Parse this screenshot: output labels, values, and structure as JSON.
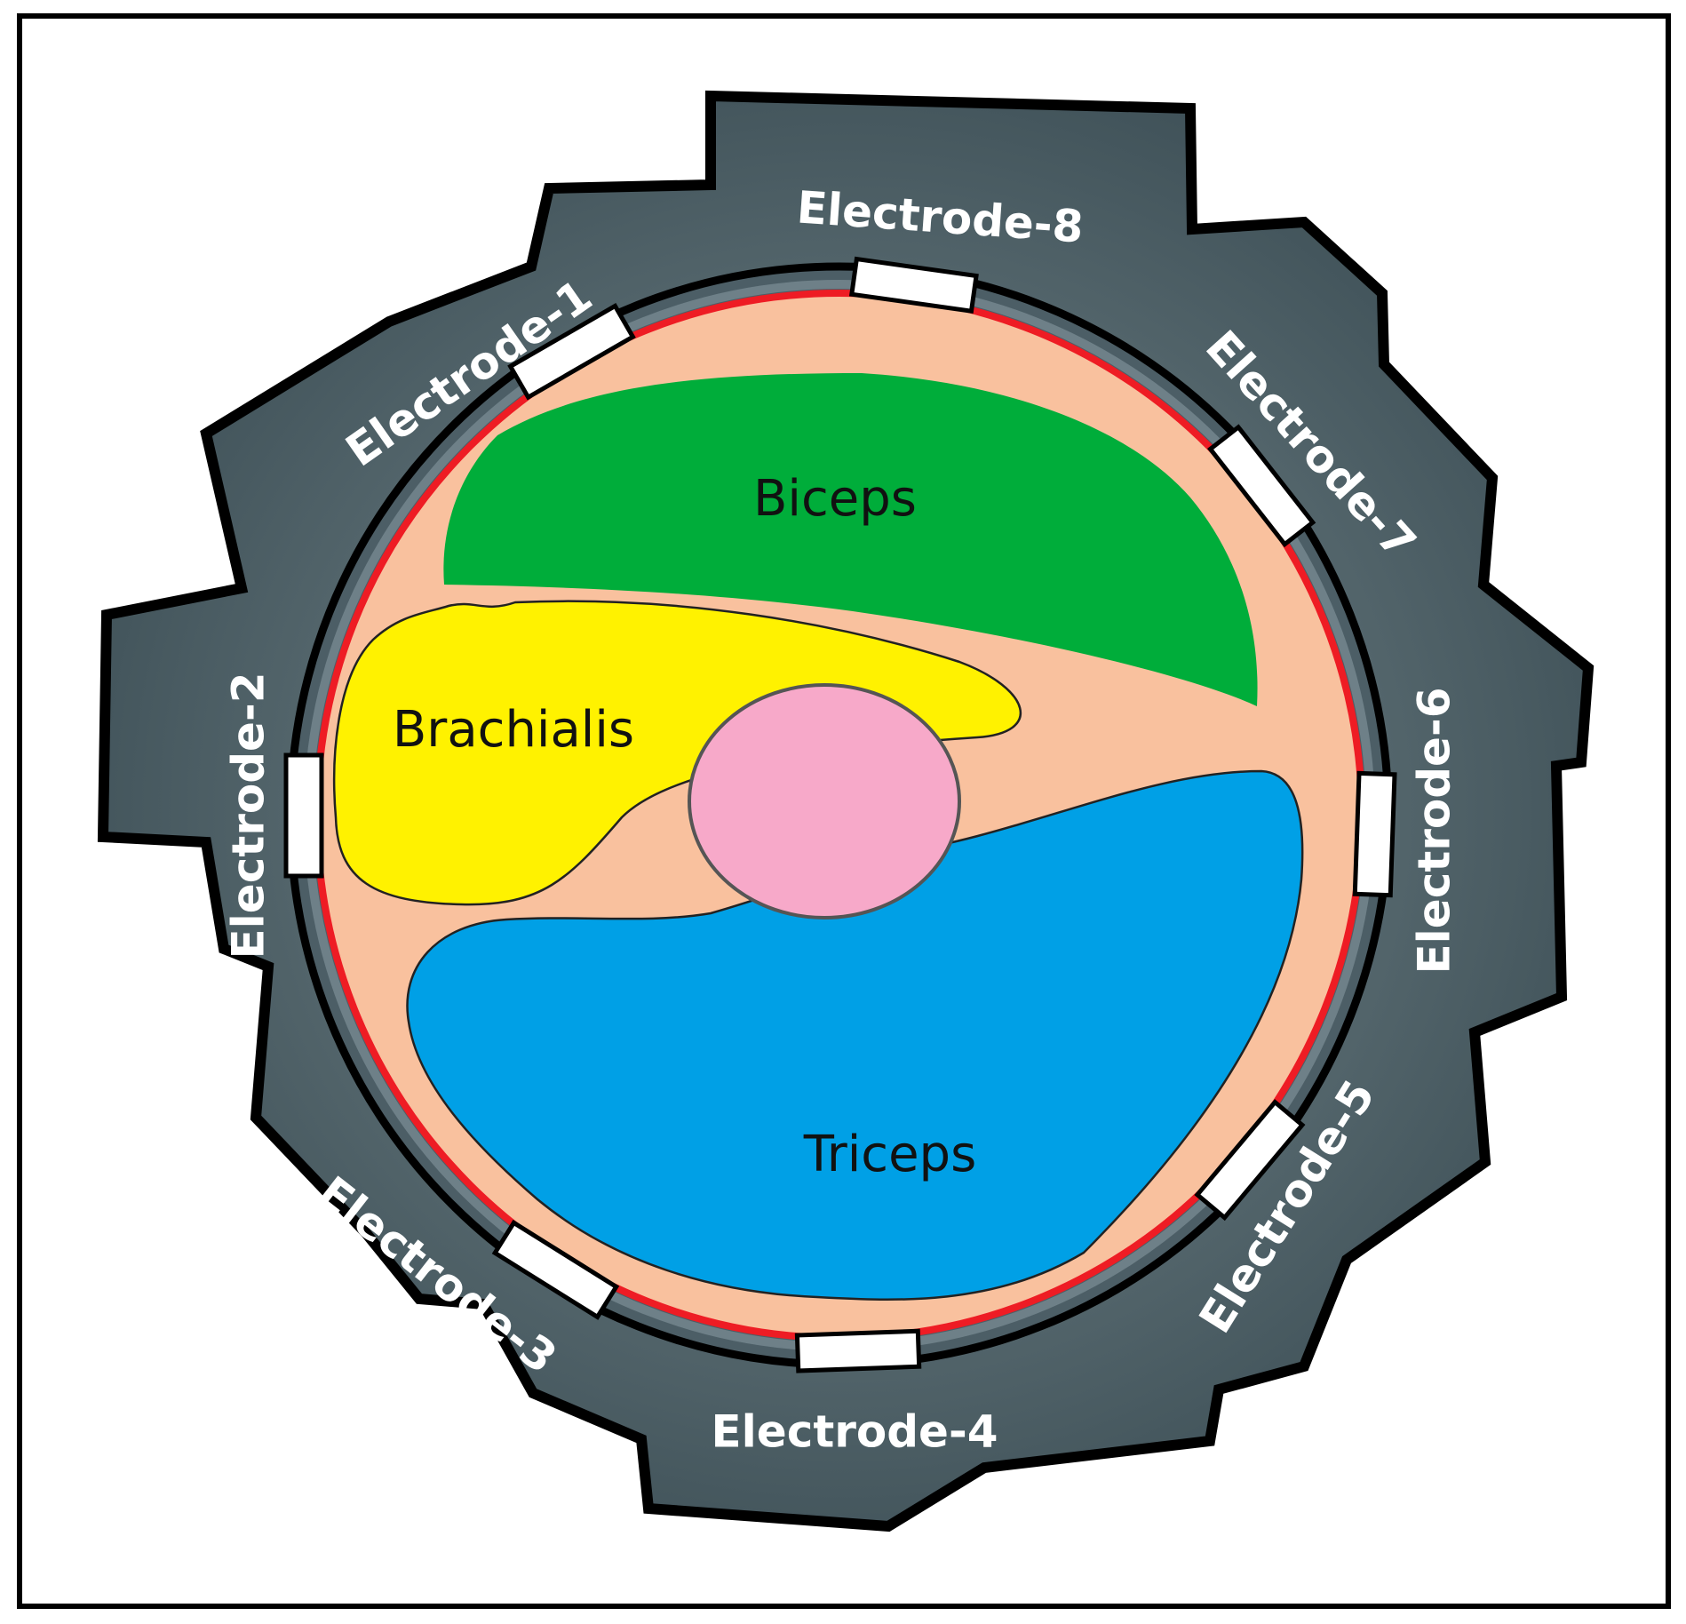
{
  "diagram": {
    "muscles": [
      {
        "id": "biceps",
        "label": "Biceps",
        "color": "#00ad3a"
      },
      {
        "id": "brachialis",
        "label": "Brachialis",
        "color": "#fff200"
      },
      {
        "id": "triceps",
        "label": "Triceps",
        "color": "#00a0e6"
      }
    ],
    "bone_color": "#f7a9c9",
    "tissue_color": "#f9c19e",
    "skin_outline_color": "#ee1c24",
    "band_color": "#4a5e67",
    "electrodes": [
      {
        "id": "1",
        "label": "Electrode-1"
      },
      {
        "id": "2",
        "label": "Electrode-2"
      },
      {
        "id": "3",
        "label": "Electrode-3"
      },
      {
        "id": "4",
        "label": "Electrode-4"
      },
      {
        "id": "5",
        "label": "Electrode-5"
      },
      {
        "id": "6",
        "label": "Electrode-6"
      },
      {
        "id": "7",
        "label": "Electrode-7"
      },
      {
        "id": "8",
        "label": "Electrode-8"
      }
    ]
  }
}
